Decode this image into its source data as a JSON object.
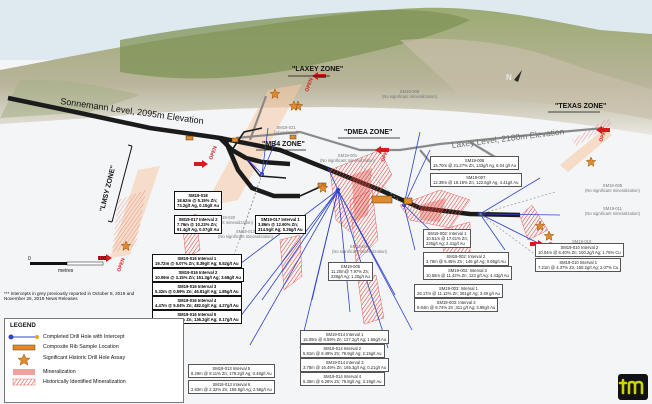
{
  "zones": {
    "laxey": "\"LAXEY ZONE\"",
    "lmsy": "\"LMSY ZONE\"",
    "mb4": "\"MB4 ZONE\"",
    "dmea": "\"DMEA ZONE\"",
    "texas": "\"TEXAS ZONE\""
  },
  "levels": {
    "sonnemann": "Sonnemann Level, 2095m Elevation",
    "laxey": "Laxey Level, 2180m Elevation"
  },
  "open_label": "OPEN",
  "grey_labels": [
    {
      "id": "SM19-008",
      "note": "(No significant mineralization)"
    },
    {
      "id": "SM19-021",
      "note": "(Abandoned)"
    },
    {
      "id": "SM19-001",
      "note": "(No significant mineralization)"
    },
    {
      "id": "SM19-009",
      "note": "(No significant mineralization)"
    },
    {
      "id": "SM19-011",
      "note": "(No significant mineralization)"
    },
    {
      "id": "SM19-020",
      "note": "(No significant mineralization)"
    },
    {
      "id": "SM19-013",
      "note": "(No significant mineralization)"
    },
    {
      "id": "SM19-004",
      "note": "(No significant mineralization)"
    },
    {
      "id": "SM19-010",
      "note": "(No significant mineralization)"
    }
  ],
  "boxes": {
    "sm006": {
      "title": "SM19-006",
      "lines": [
        "15.70m @ 21.27% Zn, 143g/t Ag, 6.04 g/t Au"
      ]
    },
    "sm007": {
      "title": "SM19-007",
      "lines": [
        "12.39m @ 18.16% Zn, 122.6g/t Ag, 4.41g/t Au"
      ]
    },
    "sm018": {
      "title": "SM19-018",
      "lines": [
        "18.62m @ 5.15% Zn;",
        "73.2g/t Ag, 0.15g/t Au"
      ]
    },
    "sm017_2": {
      "title": "SM19-017 Interval 2",
      "lines": [
        "7.76m @ 10.23% Zn;",
        "91.4g/t Ag, 0.07g/t Au"
      ]
    },
    "sm017_1": {
      "title": "SM19-017 Interval 1",
      "lines": [
        "3.86m @ 12.90% Zn;",
        "314.5g/t Ag; 0.26g/t Au"
      ]
    },
    "sm002_1": {
      "title": "SM19-002: Interval 1",
      "lines": [
        "10.51m @ 17.61% Zn;",
        "226g/t Ag; 2.41g/t Au"
      ]
    },
    "sm002_2": {
      "title": "SM19-002: Interval 2",
      "lines": [
        "3.78m @ 5.45% Zn ; 145 g/t Ag; 0.95g/t Au"
      ]
    },
    "sm002_3": {
      "title": "SM19-002: Interval 3",
      "lines": [
        "10.56m @ 11.42% Zn; 123 g/t Ag; 4.43g/t Au"
      ]
    },
    "sm003_1": {
      "title": "SM19-003: Interval 1",
      "lines": [
        "26.17m @ 11.12% Zn; 261g/t Ag; 3.49 g/t Au"
      ]
    },
    "sm003_2": {
      "title": "SM19-003: Interval 2",
      "lines": [
        "9.84m @ 9.74% Zn ;311 g/t Ag; 3.98g/t Au"
      ]
    },
    "sm005": {
      "title": "SM19-005",
      "lines": [
        "11.20m@ 7.97% Zn;",
        "228g/t Ag; 1.20g/t Au"
      ]
    },
    "sm010_2": {
      "title": "SM19-010 Interval 2",
      "lines": [
        "10.04m @ 6.40% Zn; 100.2g/t Ag; 1.75% Cu"
      ]
    },
    "sm010_1": {
      "title": "SM19-010 Interval 1",
      "lines": [
        "7.21m @ 4.37% Zn; 155.2g/t Ag; 2.07% Cu"
      ]
    },
    "sm016_1": {
      "title": "SM19-016 Interval 1",
      "lines": [
        "19.72m @ 5.07% Zn; 8.39g/t Ag; 5.52g/t Au"
      ]
    },
    "sm016_2": {
      "title": "SM19-016 Interval 2",
      "lines": [
        "10.09m @ 3.15% Zn; 151.3g/t Ag; 3.68g/t Au"
      ]
    },
    "sm016_3": {
      "title": "SM19-016 Interval 3",
      "lines": [
        "5.32m @ 0.59% Zn; 46.81g/t Ag; 1.85g/t Au"
      ]
    },
    "sm016_4": {
      "title": "SM19-016 Interval 4",
      "lines": [
        "4.47m @ 5.04% Zn; 482.0g/t Ag; 4.27g/t Au"
      ]
    },
    "sm016_5": {
      "title": "SM19-016 Interval 5",
      "lines": [
        "3.51m @ 6.85% Zn; 136.2g/t Ag; 0.17g/t Au"
      ]
    },
    "sm014_1": {
      "title": "SM19-014 Interval 1",
      "lines": [
        "15.09m @ 8.59% Zn; 127.2g/t Ag; 1.56g/t Au"
      ]
    },
    "sm014_2": {
      "title": "SM19-014 Interval 2",
      "lines": [
        "5.81m @ 8.49% Zn; 76.9g/t Ag; 2.15g/t Au"
      ]
    },
    "sm014_3": {
      "title": "SM19-014 Interval 3",
      "lines": [
        "3.78m @ 16.49% Zn; 165.3g/t Ag; 0.21g/t Au"
      ]
    },
    "sm014_4": {
      "title": "SM19-014 Interval 4",
      "lines": [
        "5.35m @ 6.26% Zn; 79.8g/t Ag; 3.19g/t Au"
      ]
    },
    "sm013_5": {
      "title": "SM19-013 Interval 5",
      "lines": [
        "8.29m @ 8.11% Zn; 178.2g/t Ag; 0.48g/t Au"
      ]
    },
    "sm013_6": {
      "title": "SM19-013 Interval 6",
      "lines": [
        "2.83m @ 2.32% Zn; 158.9g/t Ag; 2.56g/t Au"
      ]
    }
  },
  "scale": {
    "ticks": [
      "0",
      "100"
    ],
    "unit": "metres"
  },
  "note": "*** Intercepts in grey previously reported in October 8, 2019 and November 26, 2019 News Releases",
  "legend": {
    "title": "LEGEND",
    "items": [
      "Completed Drill Hole with Intercept",
      "Composite Rib Sample Location",
      "Significant Historic Drill Hole Assay",
      "Mineralization",
      "Historically Identified Mineralization"
    ]
  },
  "logo": {
    "text": "tm",
    "color": "#c9d400"
  },
  "colors": {
    "sky": "#dfe9f0",
    "hill": "#8fa06a",
    "drift": "#1b1b1b",
    "drill_blue": "#2f43c9",
    "mineral": "#e0443c",
    "zone_fill": "#f6c9a6",
    "composite": "#e08a2c",
    "open_red": "#d51b1b"
  }
}
